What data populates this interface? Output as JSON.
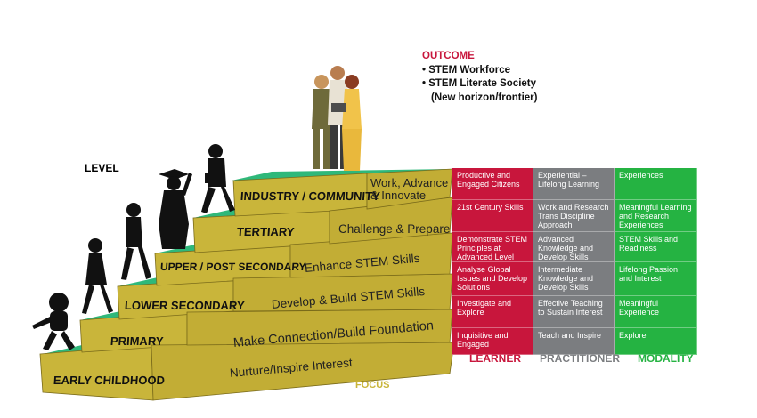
{
  "outcome": {
    "title": "OUTCOME",
    "items": [
      "• STEM Workforce",
      "• STEM Literate Society",
      "(New horizon/frontier)"
    ]
  },
  "level_label": "LEVEL",
  "focus_label": "FOCUS",
  "levels": [
    {
      "level": "EARLY CHILDHOOD",
      "focus": "Nurture/Inspire Interest"
    },
    {
      "level": "PRIMARY",
      "focus": "Make Connection/Build Foundation"
    },
    {
      "level": "LOWER SECONDARY",
      "focus": "Develop & Build STEM Skills"
    },
    {
      "level": "UPPER / POST SECONDARY",
      "focus": "Enhance STEM Skills"
    },
    {
      "level": "TERTIARY",
      "focus": "Challenge & Prepare"
    },
    {
      "level": "INDUSTRY / COMMUNITY",
      "focus": "Work, Advance & Innovate"
    }
  ],
  "columns": [
    "LEARNER",
    "PRACTITIONER",
    "MODALITY"
  ],
  "table": [
    [
      "Productive and Engaged Citizens",
      "Experiential – Lifelong Learning",
      "Experiences"
    ],
    [
      "21st Century Skills",
      "Work and Research Trans Discipline Approach",
      "Meaningful Learning and Research Experiences"
    ],
    [
      "Demonstrate STEM Principles at Advanced Level",
      "Advanced Knowledge and Develop Skills",
      "STEM Skills and Readiness"
    ],
    [
      "Analyse Global Issues and Develop Solutions",
      "Intermediate Knowledge and Develop Skills",
      "Lifelong Passion and Interest"
    ],
    [
      "Investigate and Explore",
      "Effective Teaching to Sustain Interest",
      "Meaningful Experience"
    ],
    [
      "Inquisitive and Engaged",
      "Teach and Inspire",
      "Explore"
    ]
  ],
  "colors": {
    "step_face": "#c9b53a",
    "step_top": "#2fb87a",
    "learner": "#c8163c",
    "practitioner": "#7b7d80",
    "modality": "#25b342"
  }
}
